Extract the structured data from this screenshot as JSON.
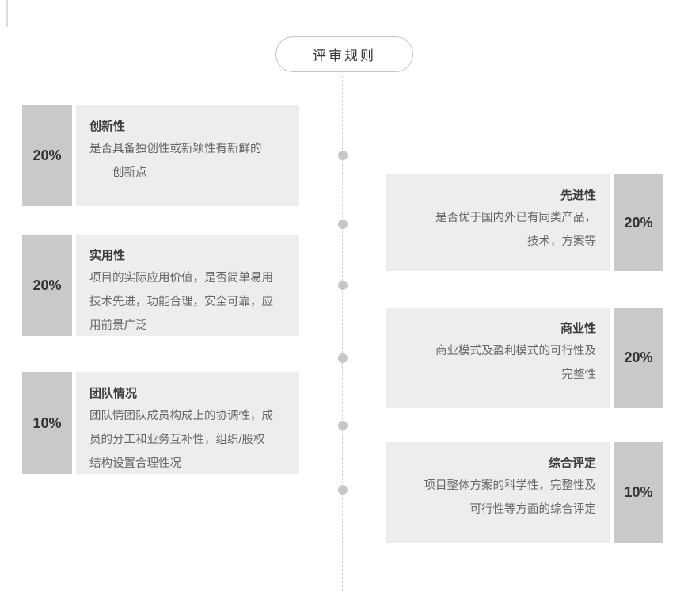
{
  "header": {
    "title": "评审规则"
  },
  "left_items": [
    {
      "percent": "20%",
      "title": "创新性",
      "desc": "是否具备独创性或新颖性有新鲜的\n　　创新点"
    },
    {
      "percent": "20%",
      "title": "实用性",
      "desc": "项目的实际应用价值，是否简单易用\n技术先进，功能合理，安全可靠，应\n用前景广泛"
    },
    {
      "percent": "10%",
      "title": "团队情况",
      "desc": "团队情团队成员构成上的协调性，成\n员的分工和业务互补性，组织/股权\n结构设置合理性况"
    }
  ],
  "right_items": [
    {
      "percent": "20%",
      "title": "先进性",
      "desc": "是否优于国内外已有同类产品，\n技术，方案等"
    },
    {
      "percent": "20%",
      "title": "商业性",
      "desc": "商业模式及盈利模式的可行性及\n完整性"
    },
    {
      "percent": "10%",
      "title": "综合评定",
      "desc": "项目整体方案的科学性，完整性及\n可行性等方面的综合评定"
    }
  ],
  "colors": {
    "badge_bg": "#c9c9c9",
    "panel_bg": "#ededed",
    "dot": "#c7c7c7",
    "timeline": "#cfcfcf",
    "title_text": "#3d3d3d",
    "body_text": "#666666"
  }
}
